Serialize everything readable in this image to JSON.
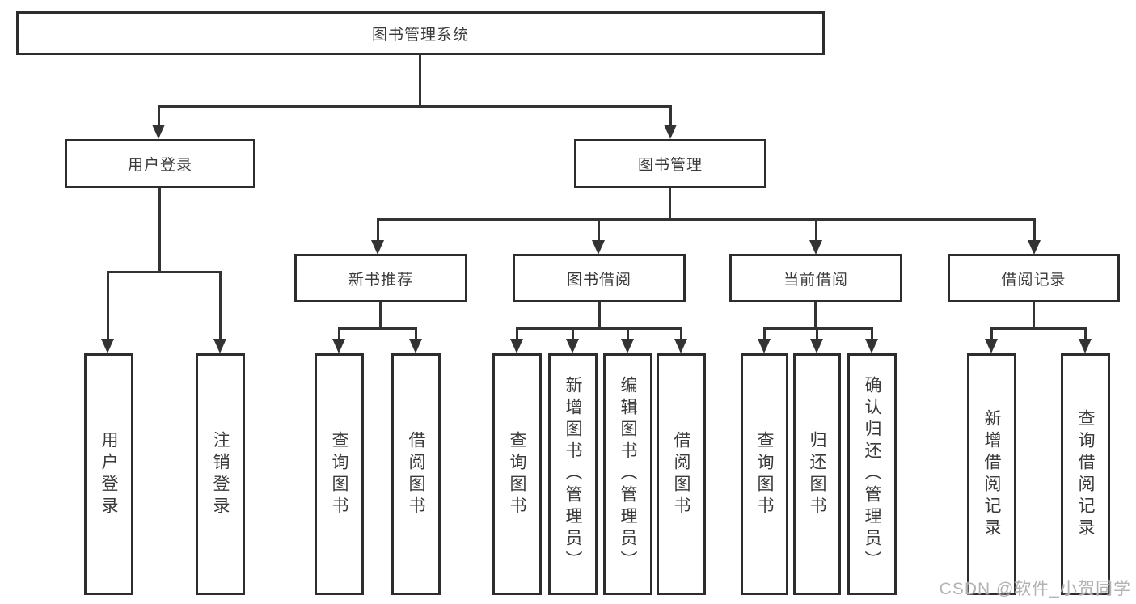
{
  "diagram_type": "hierarchy-tree",
  "tree": {
    "root": {
      "label": "图书管理系统",
      "children": [
        {
          "label": "用户登录",
          "children": [
            {
              "label": "用户登录"
            },
            {
              "label": "注销登录"
            }
          ]
        },
        {
          "label": "图书管理",
          "children": [
            {
              "label": "新书推荐",
              "children": [
                {
                  "label": "查询图书"
                },
                {
                  "label": "借阅图书"
                }
              ]
            },
            {
              "label": "图书借阅",
              "children": [
                {
                  "label": "查询图书"
                },
                {
                  "label": "新增图书（管理员）"
                },
                {
                  "label": "编辑图书（管理员）"
                },
                {
                  "label": "借阅图书"
                }
              ]
            },
            {
              "label": "当前借阅",
              "children": [
                {
                  "label": "查询图书"
                },
                {
                  "label": "归还图书"
                },
                {
                  "label": "确认归还（管理员）"
                }
              ]
            },
            {
              "label": "借阅记录",
              "children": [
                {
                  "label": "新增借阅记录"
                },
                {
                  "label": "查询借阅记录"
                }
              ]
            }
          ]
        }
      ]
    }
  },
  "watermark": "CSDN @软件_小贺同学",
  "colors": {
    "box_border": "#2d2d2d",
    "connector": "#333333",
    "text": "#3a3a3a",
    "watermark": "#b3b3b3",
    "background": "#ffffff"
  }
}
